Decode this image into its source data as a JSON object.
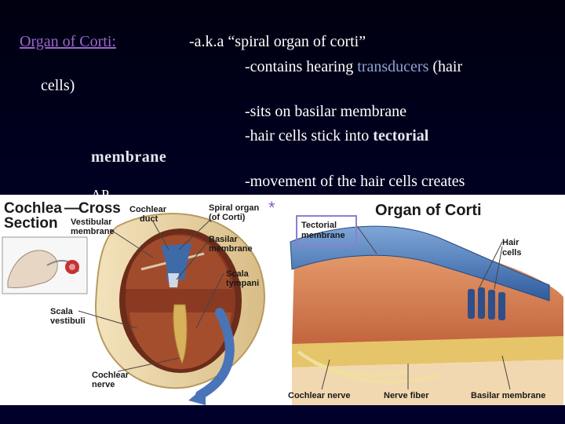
{
  "slide": {
    "title": "Organ of Corti:",
    "aka": "-a.k.a “spiral organ of corti”",
    "line_contains": "-contains hearing ",
    "transducers": "transducers",
    "hair_open": " (hair",
    "cells_close": "cells)",
    "sits": "-sits on basilar membrane",
    "hair_stick": "-hair cells stick into ",
    "tectorial": "tectorial",
    "membrane": "membrane",
    "movement": "-movement of the hair cells creates",
    "partial_ap": "AP"
  },
  "figure": {
    "left_title_1": "Cochlea",
    "left_title_dash": "—",
    "left_title_2": "Cross",
    "left_title_3": "Section",
    "right_title": "Organ of Corti",
    "asterisk": "*",
    "labels": {
      "cochlear_duct": [
        "Cochlear",
        "duct"
      ],
      "spiral_organ": [
        "Spiral organ",
        "(of Corti)"
      ],
      "vestibular_membrane": [
        "Vestibular",
        "membrane"
      ],
      "basilar_membrane_left": [
        "Basilar",
        "membrane"
      ],
      "scala_tympani": [
        "Scala",
        "tympani"
      ],
      "scala_vestibuli": [
        "Scala",
        "vestibuli"
      ],
      "cochlear_nerve_left": [
        "Cochlear",
        "nerve"
      ],
      "tectorial_membrane": [
        "Tectorial",
        "membrane"
      ],
      "hair_cells": [
        "Hair",
        "cells"
      ],
      "cochlear_nerve_bottom": "Cochlear nerve",
      "nerve_fiber": "Nerve fiber",
      "basilar_membrane_bottom": "Basilar membrane"
    }
  }
}
